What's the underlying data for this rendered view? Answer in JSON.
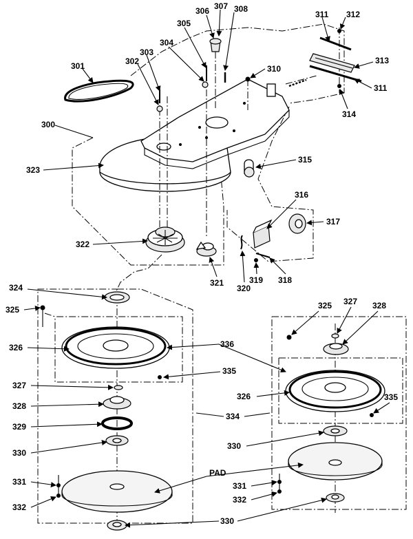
{
  "labels": {
    "l300": "300",
    "l301": "301",
    "l302": "302",
    "l303": "303",
    "l304": "304",
    "l305": "305",
    "l306": "306",
    "l307": "307",
    "l308": "308",
    "l310": "310",
    "l311a": "311",
    "l311b": "311",
    "l312": "312",
    "l313": "313",
    "l314": "314",
    "l315": "315",
    "l316": "316",
    "l317": "317",
    "l318": "318",
    "l319": "319",
    "l320": "320",
    "l321": "321",
    "l322": "322",
    "l323": "323",
    "l324": "324",
    "l325a": "325",
    "l325b": "325",
    "l326a": "326",
    "l326b": "326",
    "l327a": "327",
    "l327b": "327",
    "l328a": "328",
    "l328b": "328",
    "l329": "329",
    "l330a": "330",
    "l330b": "330",
    "l330c": "330",
    "l331a": "331",
    "l331b": "331",
    "l332a": "332",
    "l332b": "332",
    "l334": "334",
    "l335a": "335",
    "l335b": "335",
    "l336": "336",
    "lpad": "PAD"
  }
}
